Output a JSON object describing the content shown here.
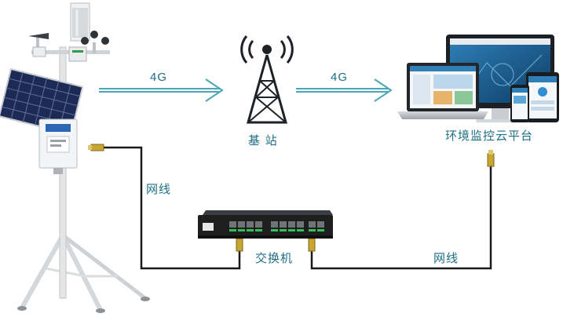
{
  "labels": {
    "link_left": "4G",
    "link_right": "4G",
    "base_station": "基 站",
    "platform": "环境监控云平台",
    "cable_left": "网线",
    "cable_right": "网线",
    "switch": "交换机"
  },
  "colors": {
    "accent": "#1d6f86",
    "arrow": "#4aa7b4",
    "cable": "#1a1a1a",
    "connector": "#c8a630",
    "solar_panel": "#1c2a55",
    "switch_body": "#1e1e1e"
  },
  "icons": [
    "weather-station-icon",
    "base-station-tower-icon",
    "devices-icon",
    "network-switch-icon"
  ]
}
